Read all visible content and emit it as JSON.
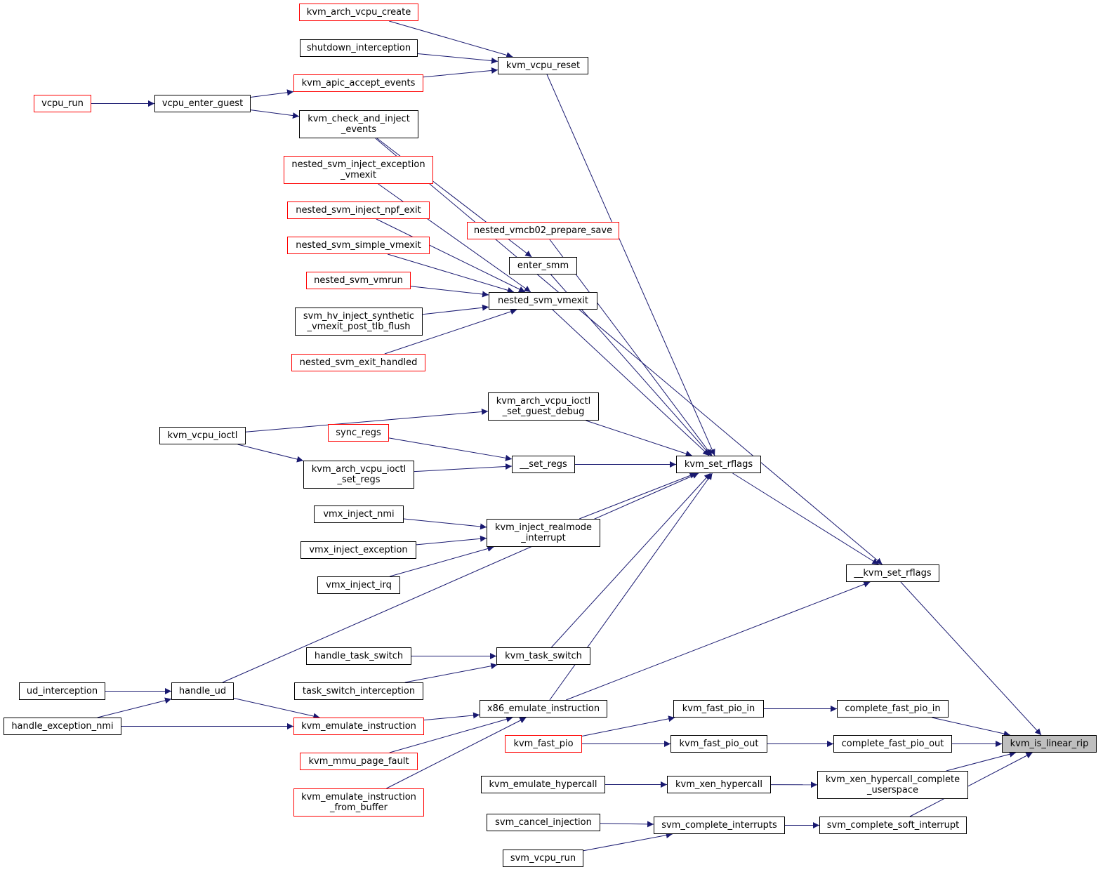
{
  "colors": {
    "edge": "#191970",
    "red_border": "#ff0000",
    "black_border": "#000000",
    "focus_fill": "#bfbfbf"
  },
  "nodes": {
    "kvm_arch_vcpu_create": {
      "label": "kvm_arch_vcpu_create",
      "border": "red"
    },
    "shutdown_interception": {
      "label": "shutdown_interception",
      "border": "black"
    },
    "kvm_vcpu_reset": {
      "label": "kvm_vcpu_reset",
      "border": "black"
    },
    "kvm_apic_accept_events": {
      "label": "kvm_apic_accept_events",
      "border": "red"
    },
    "vcpu_run": {
      "label": "vcpu_run",
      "border": "red"
    },
    "vcpu_enter_guest": {
      "label": "vcpu_enter_guest",
      "border": "black"
    },
    "kvm_check_and_inject_events": {
      "label": "kvm_check_and_inject\n_events",
      "border": "black"
    },
    "nested_svm_inject_exception_vmexit": {
      "label": "nested_svm_inject_exception\n_vmexit",
      "border": "red"
    },
    "nested_svm_inject_npf_exit": {
      "label": "nested_svm_inject_npf_exit",
      "border": "red"
    },
    "nested_vmcb02_prepare_save": {
      "label": "nested_vmcb02_prepare_save",
      "border": "red"
    },
    "nested_svm_simple_vmexit": {
      "label": "nested_svm_simple_vmexit",
      "border": "red"
    },
    "enter_smm": {
      "label": "enter_smm",
      "border": "black"
    },
    "nested_svm_vmrun": {
      "label": "nested_svm_vmrun",
      "border": "red"
    },
    "nested_svm_vmexit": {
      "label": "nested_svm_vmexit",
      "border": "black"
    },
    "svm_hv_inject_synthetic_vmexit_post_tlb_flush": {
      "label": "svm_hv_inject_synthetic\n_vmexit_post_tlb_flush",
      "border": "black"
    },
    "nested_svm_exit_handled": {
      "label": "nested_svm_exit_handled",
      "border": "red"
    },
    "kvm_arch_vcpu_ioctl_set_guest_debug": {
      "label": "kvm_arch_vcpu_ioctl\n_set_guest_debug",
      "border": "black"
    },
    "kvm_vcpu_ioctl": {
      "label": "kvm_vcpu_ioctl",
      "border": "black"
    },
    "sync_regs": {
      "label": "sync_regs",
      "border": "red"
    },
    "kvm_arch_vcpu_ioctl_set_regs": {
      "label": "kvm_arch_vcpu_ioctl\n_set_regs",
      "border": "black"
    },
    "__set_regs": {
      "label": "__set_regs",
      "border": "black"
    },
    "kvm_set_rflags": {
      "label": "kvm_set_rflags",
      "border": "black"
    },
    "vmx_inject_nmi": {
      "label": "vmx_inject_nmi",
      "border": "black"
    },
    "kvm_inject_realmode_interrupt": {
      "label": "kvm_inject_realmode\n_interrupt",
      "border": "black"
    },
    "vmx_inject_exception": {
      "label": "vmx_inject_exception",
      "border": "black"
    },
    "vmx_inject_irq": {
      "label": "vmx_inject_irq",
      "border": "black"
    },
    "__kvm_set_rflags": {
      "label": "__kvm_set_rflags",
      "border": "black"
    },
    "handle_task_switch": {
      "label": "handle_task_switch",
      "border": "black"
    },
    "kvm_task_switch": {
      "label": "kvm_task_switch",
      "border": "black"
    },
    "ud_interception": {
      "label": "ud_interception",
      "border": "black"
    },
    "handle_ud": {
      "label": "handle_ud",
      "border": "black"
    },
    "task_switch_interception": {
      "label": "task_switch_interception",
      "border": "black"
    },
    "x86_emulate_instruction": {
      "label": "x86_emulate_instruction",
      "border": "black"
    },
    "kvm_fast_pio_in": {
      "label": "kvm_fast_pio_in",
      "border": "black"
    },
    "complete_fast_pio_in": {
      "label": "complete_fast_pio_in",
      "border": "black"
    },
    "handle_exception_nmi": {
      "label": "handle_exception_nmi",
      "border": "black"
    },
    "kvm_emulate_instruction": {
      "label": "kvm_emulate_instruction",
      "border": "red"
    },
    "kvm_fast_pio": {
      "label": "kvm_fast_pio",
      "border": "red"
    },
    "kvm_fast_pio_out": {
      "label": "kvm_fast_pio_out",
      "border": "black"
    },
    "complete_fast_pio_out": {
      "label": "complete_fast_pio_out",
      "border": "black"
    },
    "kvm_is_linear_rip": {
      "label": "kvm_is_linear_rip",
      "border": "focus"
    },
    "kvm_mmu_page_fault": {
      "label": "kvm_mmu_page_fault",
      "border": "red"
    },
    "kvm_emulate_hypercall": {
      "label": "kvm_emulate_hypercall",
      "border": "black"
    },
    "kvm_xen_hypercall": {
      "label": "kvm_xen_hypercall",
      "border": "black"
    },
    "kvm_xen_hypercall_complete_userspace": {
      "label": "kvm_xen_hypercall_complete\n_userspace",
      "border": "black"
    },
    "kvm_emulate_instruction_from_buffer": {
      "label": "kvm_emulate_instruction\n_from_buffer",
      "border": "red"
    },
    "svm_cancel_injection": {
      "label": "svm_cancel_injection",
      "border": "black"
    },
    "svm_complete_interrupts": {
      "label": "svm_complete_interrupts",
      "border": "black"
    },
    "svm_complete_soft_interrupt": {
      "label": "svm_complete_soft_interrupt",
      "border": "black"
    },
    "svm_vcpu_run": {
      "label": "svm_vcpu_run",
      "border": "black"
    }
  },
  "edges": [
    {
      "from": "kvm_arch_vcpu_create",
      "to": "kvm_vcpu_reset"
    },
    {
      "from": "shutdown_interception",
      "to": "kvm_vcpu_reset"
    },
    {
      "from": "kvm_apic_accept_events",
      "to": "kvm_vcpu_reset"
    },
    {
      "from": "vcpu_run",
      "to": "vcpu_enter_guest"
    },
    {
      "from": "vcpu_enter_guest",
      "to": "kvm_apic_accept_events"
    },
    {
      "from": "vcpu_enter_guest",
      "to": "kvm_check_and_inject_events"
    },
    {
      "from": "kvm_check_and_inject_events",
      "to": "enter_smm"
    },
    {
      "from": "kvm_check_and_inject_events",
      "to": "__kvm_set_rflags"
    },
    {
      "from": "nested_svm_inject_exception_vmexit",
      "to": "nested_svm_vmexit"
    },
    {
      "from": "nested_svm_inject_npf_exit",
      "to": "nested_svm_vmexit"
    },
    {
      "from": "nested_svm_simple_vmexit",
      "to": "nested_svm_vmexit"
    },
    {
      "from": "nested_svm_vmrun",
      "to": "nested_svm_vmexit"
    },
    {
      "from": "svm_hv_inject_synthetic_vmexit_post_tlb_flush",
      "to": "nested_svm_vmexit"
    },
    {
      "from": "nested_svm_exit_handled",
      "to": "nested_svm_vmexit"
    },
    {
      "from": "kvm_vcpu_reset",
      "to": "kvm_set_rflags"
    },
    {
      "from": "nested_vmcb02_prepare_save",
      "to": "kvm_set_rflags"
    },
    {
      "from": "enter_smm",
      "to": "kvm_set_rflags"
    },
    {
      "from": "nested_svm_vmexit",
      "to": "kvm_set_rflags"
    },
    {
      "from": "kvm_vcpu_ioctl",
      "to": "kvm_arch_vcpu_ioctl_set_guest_debug"
    },
    {
      "from": "kvm_vcpu_ioctl",
      "to": "kvm_arch_vcpu_ioctl_set_regs"
    },
    {
      "from": "kvm_arch_vcpu_ioctl_set_guest_debug",
      "to": "kvm_set_rflags"
    },
    {
      "from": "sync_regs",
      "to": "__set_regs"
    },
    {
      "from": "kvm_arch_vcpu_ioctl_set_regs",
      "to": "__set_regs"
    },
    {
      "from": "__set_regs",
      "to": "kvm_set_rflags"
    },
    {
      "from": "vmx_inject_nmi",
      "to": "kvm_inject_realmode_interrupt"
    },
    {
      "from": "vmx_inject_exception",
      "to": "kvm_inject_realmode_interrupt"
    },
    {
      "from": "vmx_inject_irq",
      "to": "kvm_inject_realmode_interrupt"
    },
    {
      "from": "kvm_inject_realmode_interrupt",
      "to": "kvm_set_rflags"
    },
    {
      "from": "handle_ud",
      "to": "kvm_set_rflags"
    },
    {
      "from": "kvm_task_switch",
      "to": "kvm_set_rflags"
    },
    {
      "from": "x86_emulate_instruction",
      "to": "kvm_set_rflags"
    },
    {
      "from": "kvm_set_rflags",
      "to": "__kvm_set_rflags"
    },
    {
      "from": "x86_emulate_instruction",
      "to": "__kvm_set_rflags"
    },
    {
      "from": "__kvm_set_rflags",
      "to": "kvm_is_linear_rip"
    },
    {
      "from": "handle_task_switch",
      "to": "kvm_task_switch"
    },
    {
      "from": "task_switch_interception",
      "to": "kvm_task_switch"
    },
    {
      "from": "ud_interception",
      "to": "handle_ud"
    },
    {
      "from": "handle_exception_nmi",
      "to": "handle_ud"
    },
    {
      "from": "handle_exception_nmi",
      "to": "kvm_emulate_instruction"
    },
    {
      "from": "handle_ud",
      "to": "kvm_emulate_instruction"
    },
    {
      "from": "kvm_emulate_instruction",
      "to": "x86_emulate_instruction"
    },
    {
      "from": "kvm_mmu_page_fault",
      "to": "x86_emulate_instruction"
    },
    {
      "from": "kvm_emulate_instruction_from_buffer",
      "to": "x86_emulate_instruction"
    },
    {
      "from": "kvm_fast_pio",
      "to": "kvm_fast_pio_in"
    },
    {
      "from": "kvm_fast_pio",
      "to": "kvm_fast_pio_out"
    },
    {
      "from": "kvm_fast_pio_in",
      "to": "complete_fast_pio_in"
    },
    {
      "from": "kvm_fast_pio_out",
      "to": "complete_fast_pio_out"
    },
    {
      "from": "complete_fast_pio_in",
      "to": "kvm_is_linear_rip"
    },
    {
      "from": "complete_fast_pio_out",
      "to": "kvm_is_linear_rip"
    },
    {
      "from": "kvm_emulate_hypercall",
      "to": "kvm_xen_hypercall"
    },
    {
      "from": "kvm_xen_hypercall",
      "to": "kvm_xen_hypercall_complete_userspace"
    },
    {
      "from": "kvm_xen_hypercall_complete_userspace",
      "to": "kvm_is_linear_rip"
    },
    {
      "from": "svm_cancel_injection",
      "to": "svm_complete_interrupts"
    },
    {
      "from": "svm_vcpu_run",
      "to": "svm_complete_interrupts"
    },
    {
      "from": "svm_complete_interrupts",
      "to": "svm_complete_soft_interrupt"
    },
    {
      "from": "svm_complete_soft_interrupt",
      "to": "kvm_is_linear_rip"
    }
  ]
}
